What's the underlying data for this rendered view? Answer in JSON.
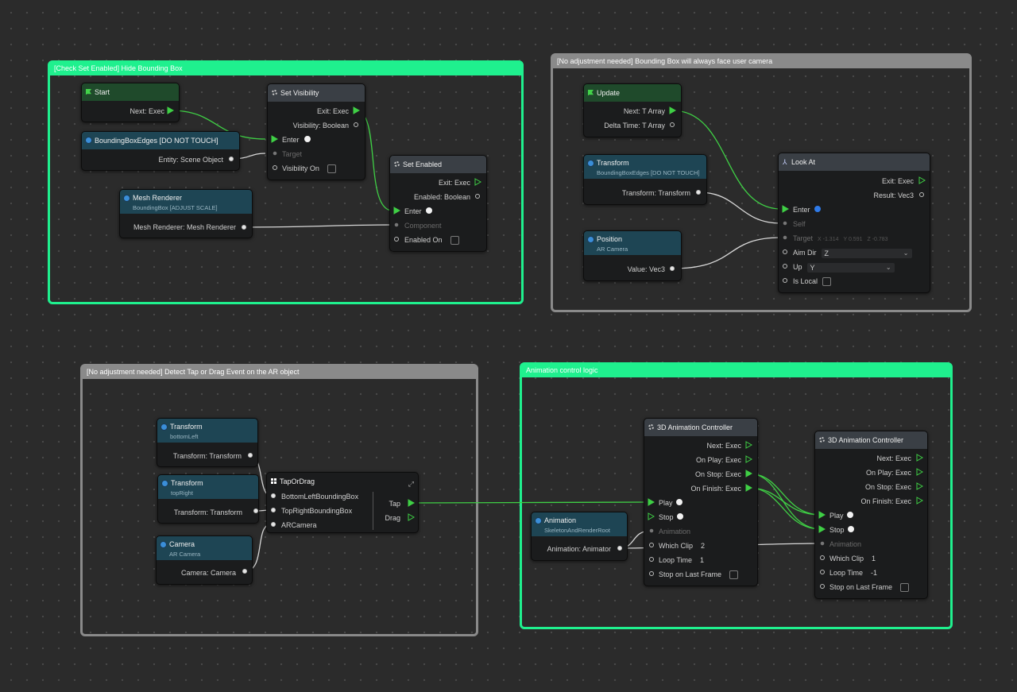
{
  "groups": {
    "hide_bbox": "[Check Set Enabled] Hide Bounding Box",
    "face_camera": "[No adjustment needed] Bounding Box will always face user camera",
    "detect_tap": "[No adjustment needed] Detect Tap or Drag Event on the AR object",
    "animation": "Animation control logic"
  },
  "colors": {
    "group_green": "#1ff08e",
    "group_gray": "#8a8a8a",
    "wire": "#3fcf45",
    "canvas": "#2b2b2b"
  },
  "nodes": {
    "start": {
      "title": "Start",
      "icon": "flag-icon",
      "next": "Next: Exec"
    },
    "bbox_edges": {
      "title": "BoundingBoxEdges [DO NOT TOUCH]",
      "entity": "Entity: Scene Object"
    },
    "mesh_renderer": {
      "title": "Mesh Renderer",
      "subtitle": "BoundingBox [ADJUST SCALE]",
      "out": "Mesh Renderer: Mesh Renderer"
    },
    "set_visibility": {
      "title": "Set Visibility",
      "exit": "Exit: Exec",
      "visibility": "Visibility: Boolean",
      "enter": "Enter",
      "target": "Target",
      "visibility_on": "Visibility On"
    },
    "set_enabled": {
      "title": "Set Enabled",
      "exit": "Exit: Exec",
      "enabled": "Enabled: Boolean",
      "enter": "Enter",
      "component": "Component",
      "enabled_on": "Enabled On"
    },
    "update": {
      "title": "Update",
      "next": "Next: T Array",
      "delta": "Delta Time: T Array"
    },
    "transform_bbox": {
      "title": "Transform",
      "subtitle": "BoundingBoxEdges [DO NOT TOUCH]",
      "out": "Transform: Transform"
    },
    "position": {
      "title": "Position",
      "subtitle": "AR Camera",
      "out": "Value: Vec3"
    },
    "look_at": {
      "title": "Look At",
      "exit": "Exit: Exec",
      "result": "Result: Vec3",
      "enter": "Enter",
      "self": "Self",
      "target": "Target",
      "target_x": "X -1.314",
      "target_y": "Y 0.591",
      "target_z": "Z -0.783",
      "aim_dir": "Aim Dir",
      "aim_value": "Z",
      "up": "Up",
      "up_value": "Y",
      "is_local": "Is Local"
    },
    "transform_bl": {
      "title": "Transform",
      "subtitle": "bottomLeft",
      "out": "Transform: Transform"
    },
    "transform_tr": {
      "title": "Transform",
      "subtitle": "topRight",
      "out": "Transform: Transform"
    },
    "camera": {
      "title": "Camera",
      "subtitle": "AR Camera",
      "out": "Camera: Camera"
    },
    "tap_or_drag": {
      "title": "TapOrDrag",
      "in1": "BottomLeftBoundingBox",
      "in2": "TopRightBoundingBox",
      "in3": "ARCamera",
      "tap": "Tap",
      "drag": "Drag"
    },
    "animation": {
      "title": "Animation",
      "subtitle": "SkeletonAndRenderRoot",
      "out": "Animation: Animator"
    },
    "anim_ctrl_1": {
      "title": "3D Animation Controller",
      "next": "Next: Exec",
      "on_play": "On Play: Exec",
      "on_stop": "On Stop: Exec",
      "on_finish": "On Finish: Exec",
      "play": "Play",
      "stop": "Stop",
      "animation": "Animation",
      "which_clip": "Which Clip",
      "which_clip_value": "2",
      "loop_time": "Loop Time",
      "loop_time_value": "1",
      "stop_on_last": "Stop on Last Frame"
    },
    "anim_ctrl_2": {
      "title": "3D Animation Controller",
      "next": "Next: Exec",
      "on_play": "On Play: Exec",
      "on_stop": "On Stop: Exec",
      "on_finish": "On Finish: Exec",
      "play": "Play",
      "stop": "Stop",
      "animation": "Animation",
      "which_clip": "Which Clip",
      "which_clip_value": "1",
      "loop_time": "Loop Time",
      "loop_time_value": "-1",
      "stop_on_last": "Stop on Last Frame"
    }
  }
}
